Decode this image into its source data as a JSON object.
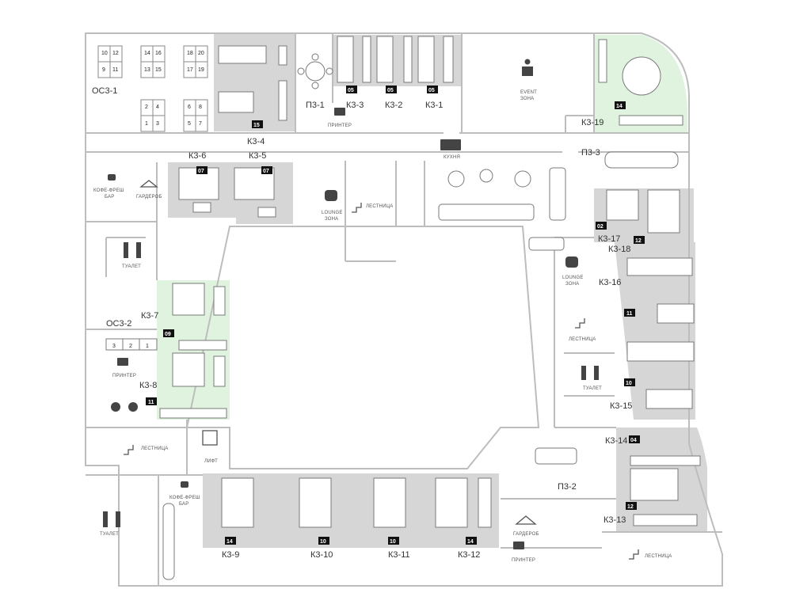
{
  "colors": {
    "occupied_zone": "#d6d6d6",
    "free_zone": "#dff3df",
    "badge": "#111111",
    "wall": "#bdbdbd"
  },
  "room_labels": [
    "ОС3-1",
    "К3-4",
    "П3-1",
    "К3-3",
    "К3-2",
    "К3-1",
    "К3-19",
    "П3-3",
    "К3-6",
    "К3-5",
    "К3-17",
    "К3-18",
    "К3-16",
    "ОС3-2",
    "К3-7",
    "К3-8",
    "К3-15",
    "К3-14",
    "П3-2",
    "К3-13",
    "К3-9",
    "К3-10",
    "К3-11",
    "К3-12"
  ],
  "badges": [
    "15",
    "05",
    "05",
    "05",
    "14",
    "07",
    "07",
    "02",
    "12",
    "11",
    "09",
    "11",
    "10",
    "04",
    "12",
    "14",
    "10",
    "10",
    "14"
  ],
  "amenities": {
    "event": [
      "EVENT",
      "ЗОНА"
    ],
    "printer": "ПРИНТЕР",
    "kitchen": "КУХНЯ",
    "coffee": [
      "КОФЕ-ФРЕШ",
      "БАР"
    ],
    "wardrobe": "ГАРДЕРОБ",
    "lounge": [
      "LOUNGE",
      "ЗОНА"
    ],
    "stairs": "ЛЕСТНИЦА",
    "toilet": "ТУАЛЕТ",
    "lift": "ЛИФТ"
  },
  "os31_seats": [
    "10",
    "12",
    "9",
    "11",
    "14",
    "16",
    "13",
    "15",
    "18",
    "20",
    "17",
    "19",
    "2",
    "4",
    "1",
    "3",
    "6",
    "8",
    "5",
    "7"
  ],
  "os32_seats": [
    "3",
    "2",
    "1"
  ],
  "icons": [
    "event-icon",
    "printer-icon",
    "kitchen-icon",
    "coffee-icon",
    "wardrobe-icon",
    "lounge-icon",
    "stairs-icon",
    "toilet-icon",
    "lift-icon",
    "skype-icon"
  ]
}
